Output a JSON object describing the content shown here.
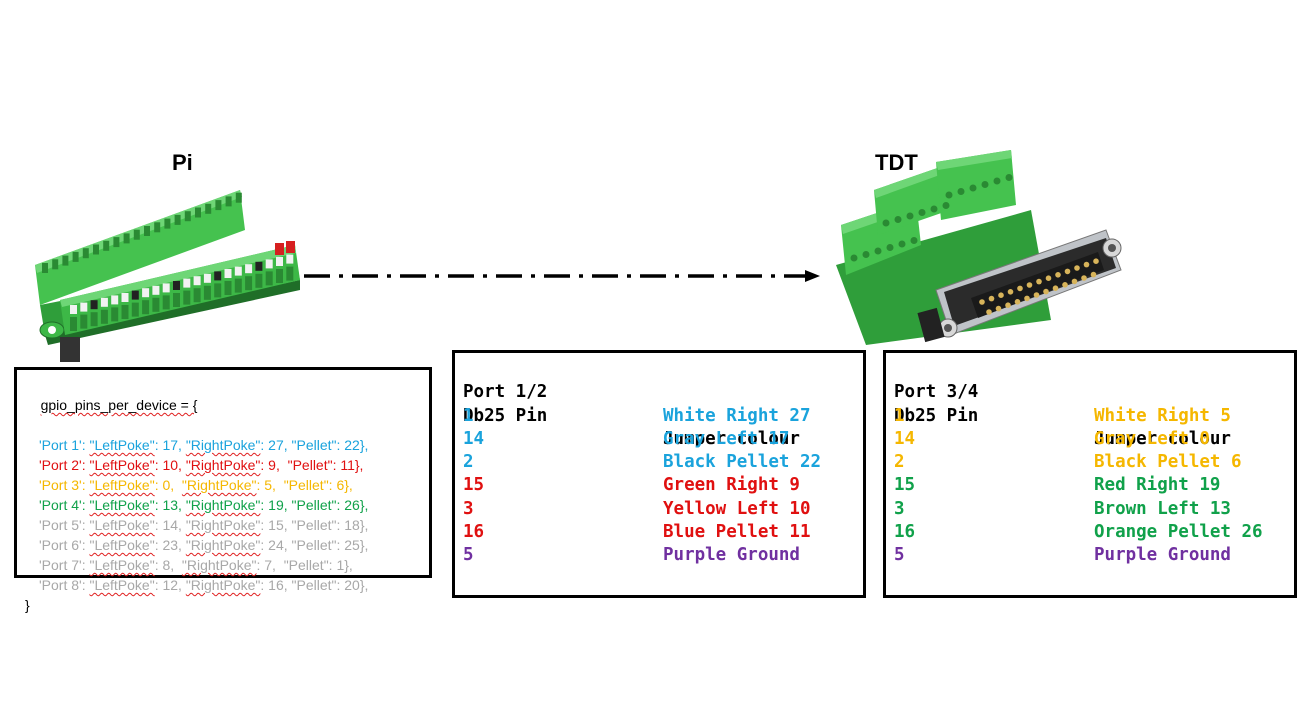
{
  "titles": {
    "pi": "Pi",
    "tdt": "TDT"
  },
  "colors": {
    "blue": "#1aa3dc",
    "red": "#e01010",
    "yellow": "#f5b700",
    "green": "#10a14a",
    "gray": "#a8a8a8",
    "purple": "#7030a0",
    "terminal_green": "#3db847"
  },
  "code": {
    "header": "gpio_pins_per_device = {",
    "footer": "}",
    "lines": [
      {
        "port": "'Port 1': ",
        "left_key": "\"LeftPoke\"",
        "left_val": ": 17, ",
        "right_key": "\"RightPoke\"",
        "right_val": ": 27, \"Pellet\": 22},",
        "color": "#1aa3dc",
        "bold": true
      },
      {
        "port": "'Port 2': ",
        "left_key": "\"LeftPoke\"",
        "left_val": ": 10, ",
        "right_key": "\"RightPoke\"",
        "right_val": ": 9,  \"Pellet\": 11},",
        "color": "#e01010",
        "bold": true
      },
      {
        "port": "'Port 3': ",
        "left_key": "\"LeftPoke\"",
        "left_val": ": 0,  ",
        "right_key": "\"RightPoke\"",
        "right_val": ": 5,  \"Pellet\": 6},",
        "color": "#f5b700",
        "bold": false
      },
      {
        "port": "'Port 4': ",
        "left_key": "\"LeftPoke\"",
        "left_val": ": 13, ",
        "right_key": "\"RightPoke\"",
        "right_val": ": 19, \"Pellet\": 26},",
        "color": "#10a14a",
        "bold": true
      },
      {
        "port": "'Port 5': ",
        "left_key": "\"LeftPoke\"",
        "left_val": ": 14, ",
        "right_key": "\"RightPoke\"",
        "right_val": ": 15, \"Pellet\": 18},",
        "color": "#a8a8a8",
        "bold": false
      },
      {
        "port": "'Port 6': ",
        "left_key": "\"LeftPoke\"",
        "left_val": ": 23, ",
        "right_key": "\"RightPoke\"",
        "right_val": ": 24, \"Pellet\": 25},",
        "color": "#a8a8a8",
        "bold": false
      },
      {
        "port": "'Port 7': ",
        "left_key": "\"LeftPoke\"",
        "left_val": ": 8,  ",
        "right_key": "\"RightPoke\"",
        "right_val": ": 7,  \"Pellet\": 1},",
        "color": "#a8a8a8",
        "bold": false
      },
      {
        "port": "'Port 8': ",
        "left_key": "\"LeftPoke\"",
        "left_val": ": 12, ",
        "right_key": "\"RightPoke\"",
        "right_val": ": 16, \"Pellet\": 20},",
        "color": "#a8a8a8",
        "bold": false
      }
    ]
  },
  "port12": {
    "title": "Port 1/2",
    "col1_header": "Db25 Pin",
    "col2_header": "Jumper colour",
    "rows": [
      {
        "pin": "1",
        "jumper": "White Right 27",
        "color": "#1aa3dc"
      },
      {
        "pin": "14",
        "jumper": "Gray Left 17",
        "color": "#1aa3dc"
      },
      {
        "pin": "2",
        "jumper": "Black Pellet 22",
        "color": "#1aa3dc"
      },
      {
        "pin": "15",
        "jumper": "Green Right 9",
        "color": "#e01010"
      },
      {
        "pin": "3",
        "jumper": "Yellow Left 10",
        "color": "#e01010"
      },
      {
        "pin": "16",
        "jumper": "Blue Pellet 11",
        "color": "#e01010"
      },
      {
        "pin": "5",
        "jumper": "Purple Ground",
        "color": "#7030a0"
      }
    ]
  },
  "port34": {
    "title": "Port 3/4",
    "col1_header": "Db25 Pin",
    "col2_header": "Jumper colour",
    "rows": [
      {
        "pin": "1",
        "jumper": "White Right 5",
        "color": "#f5b700"
      },
      {
        "pin": "14",
        "jumper": "Gray Left 0",
        "color": "#f5b700"
      },
      {
        "pin": "2",
        "jumper": "Black Pellet 6",
        "color": "#f5b700"
      },
      {
        "pin": "15",
        "jumper": "Red Right 19",
        "color": "#10a14a"
      },
      {
        "pin": "3",
        "jumper": "Brown Left 13",
        "color": "#10a14a"
      },
      {
        "pin": "16",
        "jumper": "Orange Pellet 26",
        "color": "#10a14a"
      },
      {
        "pin": "5",
        "jumper": "Purple Ground",
        "color": "#7030a0"
      }
    ]
  }
}
